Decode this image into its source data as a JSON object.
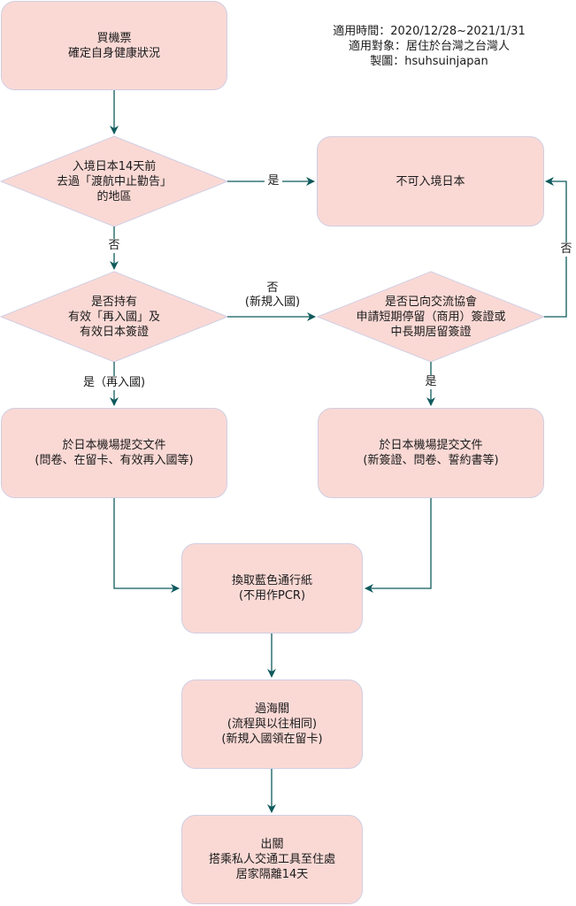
{
  "info": {
    "period": "適用時間：2020/12/28~2021/1/31",
    "target": "適用對象：居住於台灣之台灣人",
    "author": "製圖：hsuhsuinjapan"
  },
  "nodes": {
    "buy_ticket": "買機票\n確定自身健康狀況",
    "q_travel_history": "入境日本14天前\n去過「渡航中止勸告」\n的地區",
    "no_entry": "不可入境日本",
    "q_reentry": "是否持有\n有效「再入國」及\n有效日本簽證",
    "q_visa_applied": "是否已向交流協會\n申請短期停留（商用）簽證或\n中長期居留簽證",
    "submit_docs_reentry": "於日本機場提交文件\n(問卷、在留卡、有效再入國等)",
    "submit_docs_new": "於日本機場提交文件\n(新簽證、問卷、誓約書等)",
    "blue_pass": "換取藍色通行紙\n(不用作PCR)",
    "customs": "過海關\n(流程與以往相同)\n(新規入國領在留卡)",
    "exit": "出關\n搭乘私人交通工具至住處\n居家隔離14天"
  },
  "edge_labels": {
    "travel_yes": "是",
    "travel_no": "否",
    "reentry_no": "否\n(新規入國)",
    "reentry_yes": "是（再入國)",
    "visa_no": "否",
    "visa_yes": "是"
  },
  "colors": {
    "node_fill": "#fad9d5",
    "node_stroke": "#d0cee2",
    "edge": "#0f5a5c"
  }
}
